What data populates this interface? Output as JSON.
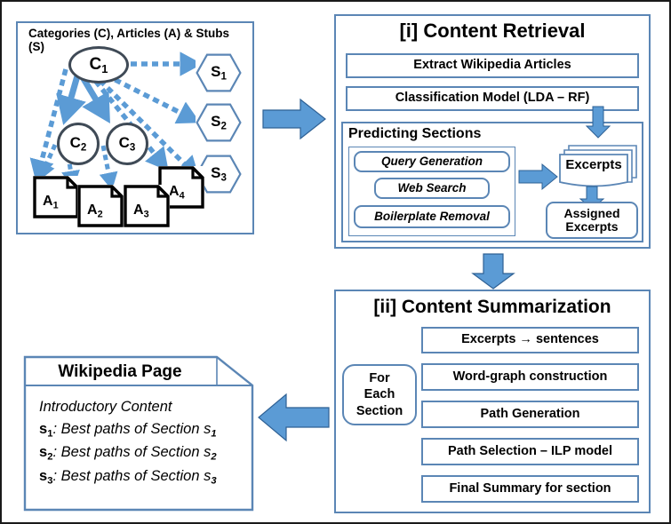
{
  "colors": {
    "arrow_blue": "#5b9bd5",
    "panel_border": "#5b86b5",
    "node_outline": "#3f4a56",
    "doc_outline": "#000000",
    "text": "#000000",
    "background": "#ffffff",
    "frame": "#1a1a1a"
  },
  "graph_panel": {
    "title": "Categories (C),  Articles (A) & Stubs (S)",
    "categories": [
      {
        "label": "C",
        "sub": "1"
      },
      {
        "label": "C",
        "sub": "2"
      },
      {
        "label": "C",
        "sub": "3"
      }
    ],
    "stubs": [
      {
        "label": "S",
        "sub": "1"
      },
      {
        "label": "S",
        "sub": "2"
      },
      {
        "label": "S",
        "sub": "3"
      }
    ],
    "articles": [
      {
        "label": "A",
        "sub": "1"
      },
      {
        "label": "A",
        "sub": "2"
      },
      {
        "label": "A",
        "sub": "3"
      },
      {
        "label": "A",
        "sub": "4"
      }
    ]
  },
  "content_retrieval": {
    "title": "[i] Content Retrieval",
    "steps": [
      "Extract Wikipedia Articles",
      "Classification Model (LDA – RF)"
    ],
    "predicting": {
      "title": "Predicting Sections",
      "items": [
        "Query Generation",
        "Web Search",
        "Boilerplate Removal"
      ]
    },
    "excerpts_label": "Excerpts",
    "assigned_label_line1": "Assigned",
    "assigned_label_line2": "Excerpts"
  },
  "content_summarization": {
    "title": "[ii] Content Summarization",
    "loop_label_lines": [
      "For",
      "Each",
      "Section"
    ],
    "steps": [
      "Excerpts  → sentences",
      "Word-graph construction",
      "Path Generation",
      "Path Selection – ILP model",
      "Final Summary for section"
    ]
  },
  "wikipedia_page": {
    "title": "Wikipedia Page",
    "intro": "Introductory Content",
    "lines": [
      {
        "key": "s",
        "key_sub": "1",
        "text": ": Best paths of Section s",
        "text_sub": "1"
      },
      {
        "key": "s",
        "key_sub": "2",
        "text": ": Best paths of Section s",
        "text_sub": "2"
      },
      {
        "key": "s",
        "key_sub": "3",
        "text": ": Best paths of Section s",
        "text_sub": "3"
      }
    ]
  },
  "arrows": {
    "graph_to_retrieval": "arrow-right",
    "retrieval_to_summarization": "arrow-down",
    "summarization_to_wikipedia": "arrow-left",
    "predicting_to_excerpts": "arrow-right",
    "classification_to_excerpts": "arrow-down",
    "excerpts_to_assigned": "arrow-down"
  }
}
